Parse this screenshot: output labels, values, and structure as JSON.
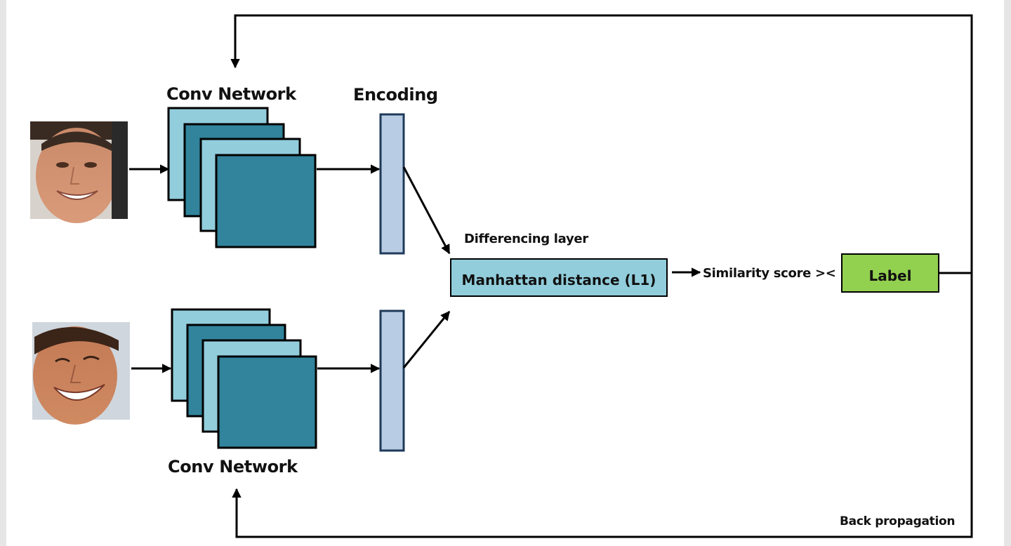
{
  "labels": {
    "conv_top": "Conv Network",
    "conv_bottom": "Conv Network",
    "encoding": "Encoding",
    "differencing_layer": "Differencing layer",
    "manhattan": "Manhattan distance (L1)",
    "similarity": "Similarity score ><",
    "label_box": "Label",
    "back_propagation": "Back propagation"
  },
  "colors": {
    "conv_light": "#92cddc",
    "conv_dark": "#31849b",
    "encoding_bar": "#b8cce4",
    "manhattan_box": "#92cddc",
    "label_box": "#92d050",
    "arrow": "#000000",
    "background": "#ffffff"
  },
  "images": {
    "face_top": "face-photo-smiling",
    "face_bottom": "face-photo-laughing"
  }
}
